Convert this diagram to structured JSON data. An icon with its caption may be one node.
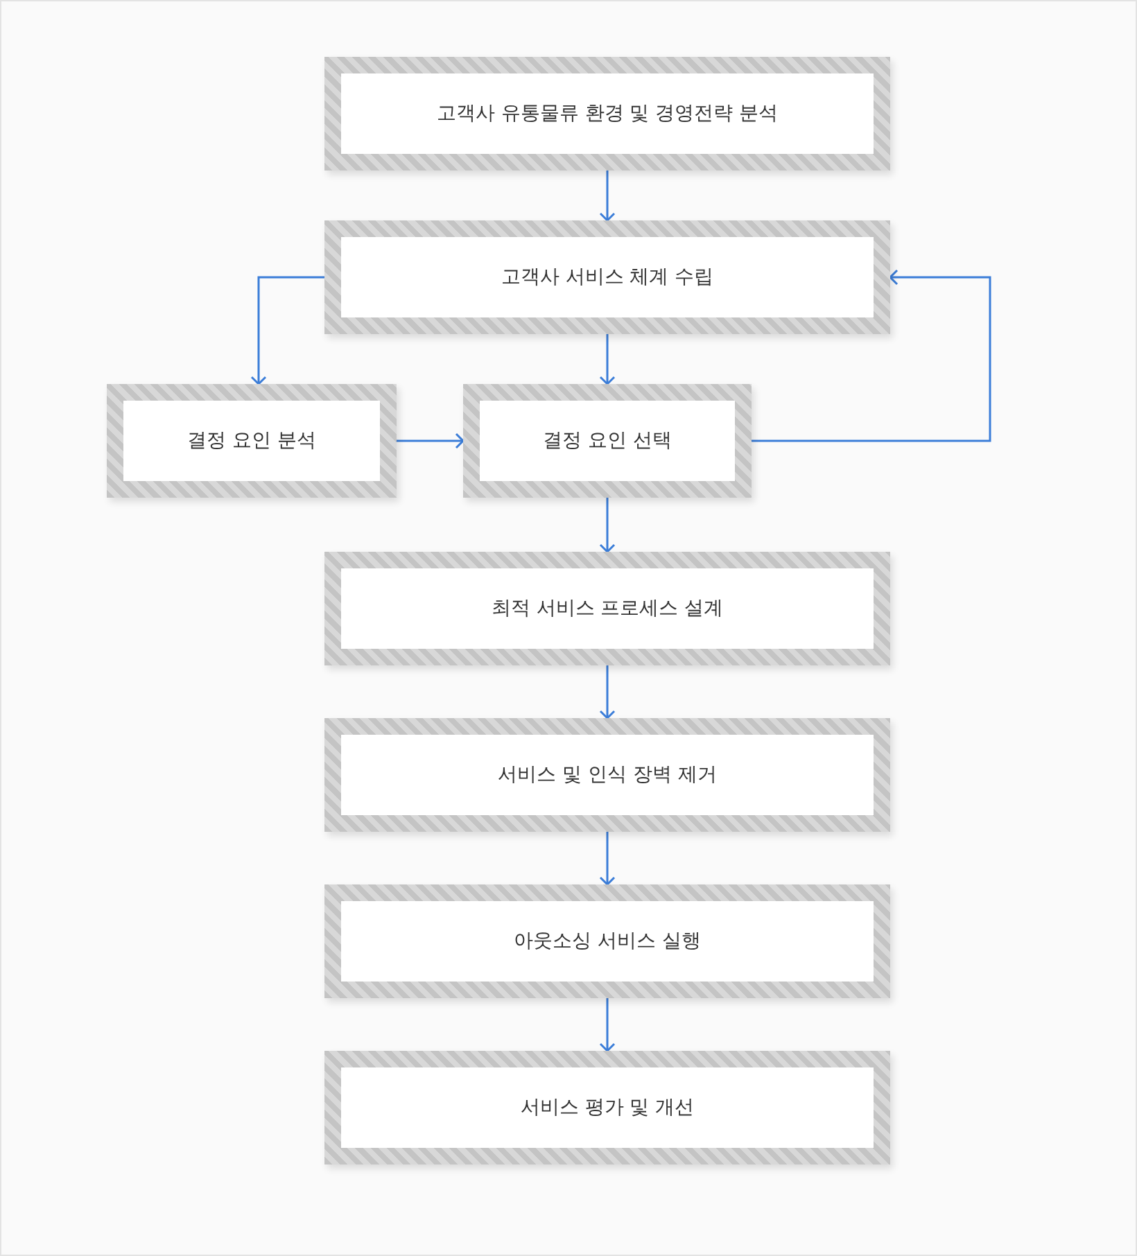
{
  "diagram": {
    "nodes": [
      {
        "text": [
          "고객사 유통물류 환경 및 경영전략 분석"
        ]
      },
      {
        "text": [
          "고객사 서비스 체계 수립"
        ]
      },
      {
        "text": [
          "결정 요인 분석"
        ]
      },
      {
        "text": [
          "결정 요인 선택"
        ]
      },
      {
        "text": [
          "최적 서비스 프로세스 설계"
        ]
      },
      {
        "text": [
          "서비스 및 인식 장벽 제거"
        ]
      },
      {
        "text": [
          "아웃소싱 서비스 실행"
        ]
      },
      {
        "text": [
          "서비스 평가 및 개선"
        ]
      }
    ],
    "edges": [
      {
        "from": 0,
        "to": 1,
        "arrow": "to"
      },
      {
        "from": 1,
        "to": 2,
        "arrow": "to"
      },
      {
        "from": 1,
        "to": 3,
        "arrow": "to"
      },
      {
        "from": 2,
        "to": 3,
        "arrow": "to"
      },
      {
        "from": 3,
        "to": 1,
        "arrow": "to"
      },
      {
        "from": 3,
        "to": 4,
        "arrow": "to"
      },
      {
        "from": 4,
        "to": 5,
        "arrow": "to"
      },
      {
        "from": 5,
        "to": 6,
        "arrow": "to"
      },
      {
        "from": 6,
        "to": 7,
        "arrow": "to"
      }
    ]
  }
}
